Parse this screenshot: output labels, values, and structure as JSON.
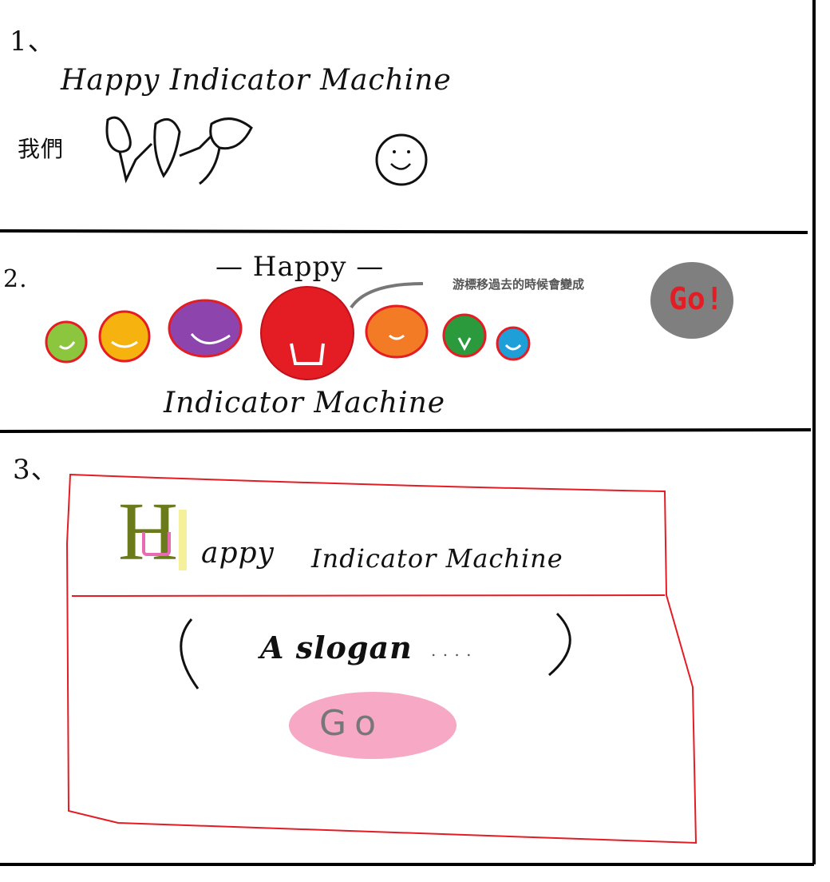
{
  "section1": {
    "number": "1、",
    "title": "Happy Indicator Machine",
    "scribble_label": "我們"
  },
  "section2": {
    "number": "2.",
    "title_top": "— Happy —",
    "title_bottom": "Indicator Machine",
    "hover_note": "游標移過去的時候會變成",
    "go_label": "Go!",
    "colors": {
      "lime": "#8cc63f",
      "yellow": "#f6b20e",
      "purple": "#8e44ad",
      "red": "#e41c23",
      "orange": "#f37b25",
      "green": "#2b9a3c",
      "blue": "#1f9fd8",
      "go_bg": "#7f7f7f"
    }
  },
  "section3": {
    "number": "3、",
    "logo_letter": "H",
    "title_happy": "appy",
    "title_rest": "Indicator Machine",
    "slogan": "A slogan",
    "slogan_dots": ". . . .",
    "go_label": "Go"
  }
}
